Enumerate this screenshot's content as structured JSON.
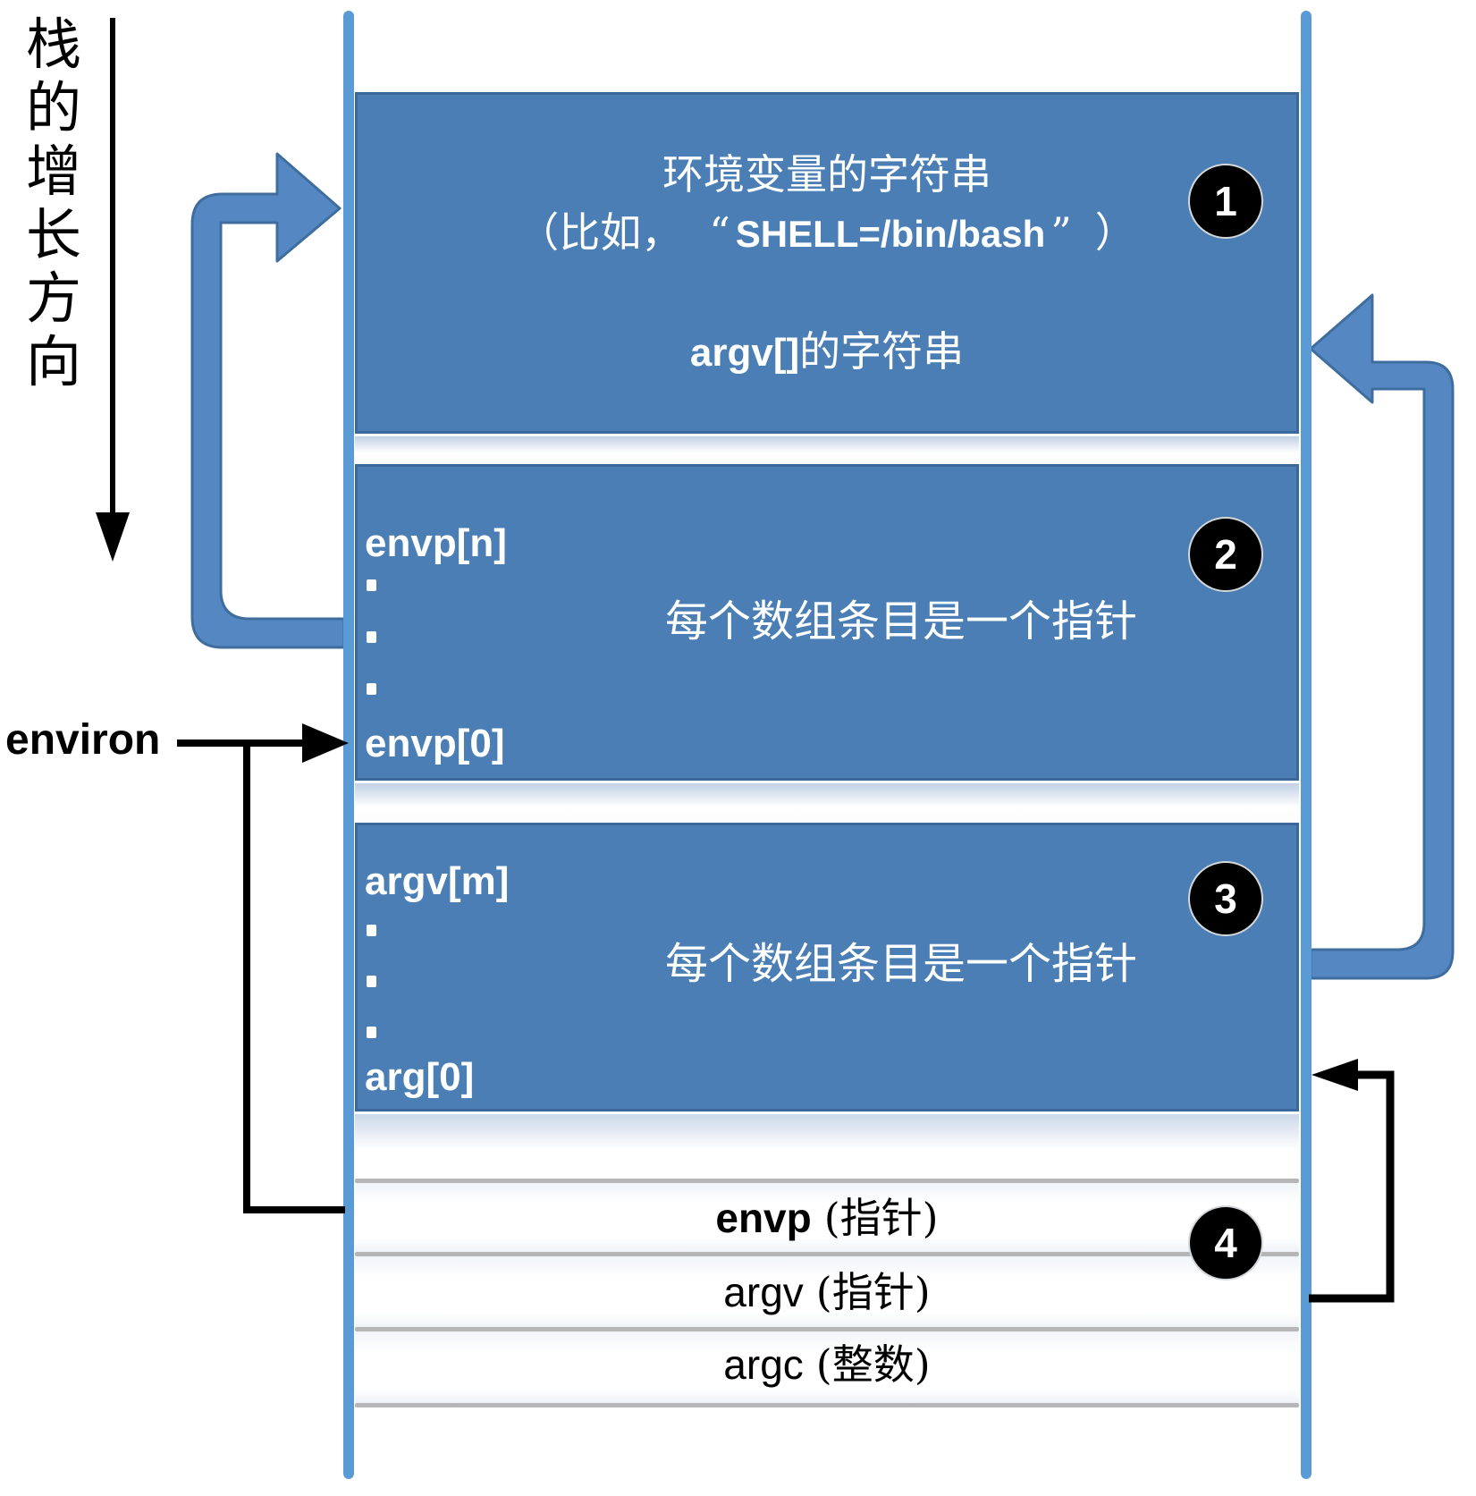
{
  "side_label": {
    "text": "栈的增长方向"
  },
  "environ": {
    "label": "environ"
  },
  "strings_box": {
    "badge": "1",
    "line1": "环境变量的字符串",
    "line2_open": "（比如，",
    "line2_quote_open": "“",
    "line2_code": "SHELL=/bin/bash",
    "line2_quote_close": "”",
    "line2_close": "）",
    "line3_code": "argv[]",
    "line3_text": "的字符串"
  },
  "envp_box": {
    "badge": "2",
    "top_label": "envp[n]",
    "bottom_label": "envp[0]",
    "note": "每个数组条目是一个指针"
  },
  "argv_box": {
    "badge": "3",
    "top_label": "argv[m]",
    "bottom_label": "arg[0]",
    "note": "每个数组条目是一个指针"
  },
  "frame_rows": {
    "badge": "4",
    "envp_code": "envp",
    "envp_note": "(指针)",
    "argv_code": "argv",
    "argv_note": "(指针)",
    "argc_code": "argc",
    "argc_note": "(整数)"
  },
  "colors": {
    "box_fill": "#4a7eb5",
    "box_border": "#3a689c",
    "guide_line": "#5b9bd5",
    "elbow_fill": "#5588c2",
    "elbow_border": "#3e6d9e",
    "row_line": "#b6b6b6",
    "badge_bg": "#000000",
    "text_light": "#ffffff",
    "text_dark": "#000000"
  }
}
